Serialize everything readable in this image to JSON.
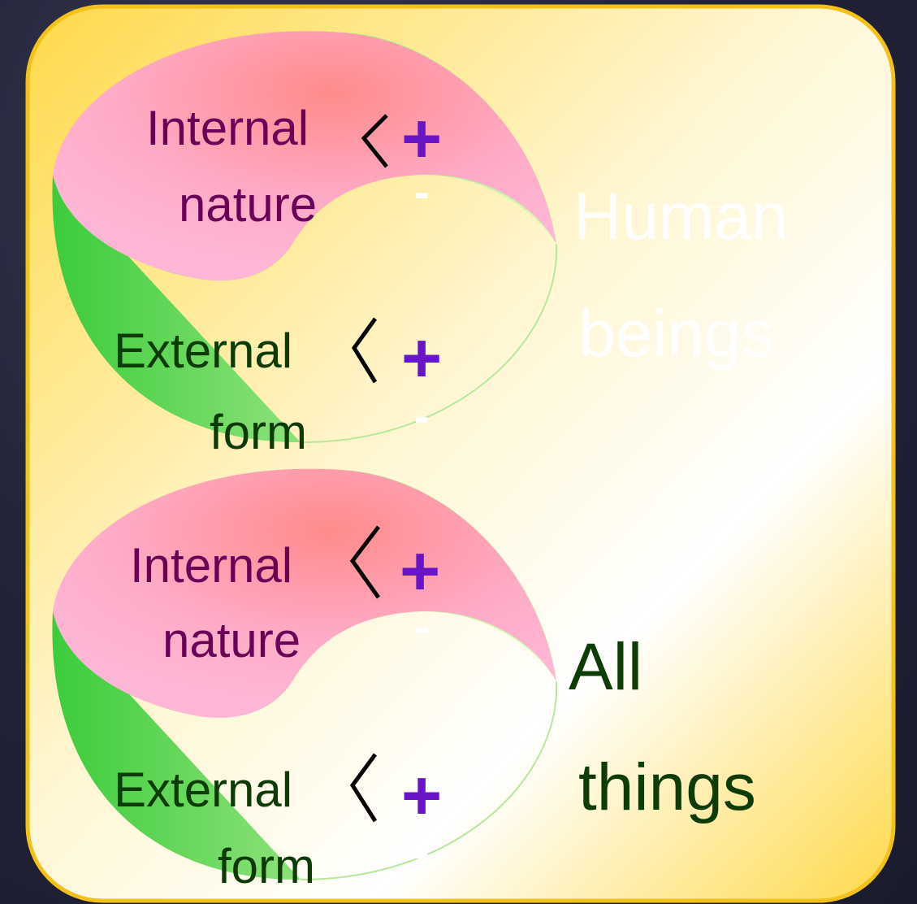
{
  "colors": {
    "panel_border": "#f3c21a",
    "panel_gold": "#ffd94a",
    "panel_cream": "#fff6d2",
    "yin_pink": "#ffb1cf",
    "yin_red": "#ff8b8b",
    "yang_green_dark": "#3ccc3c",
    "yang_green_light": "#d8ffb4",
    "internal_text": "#6b0057",
    "external_text": "#0c3b06",
    "sign_purple": "#6a14c8",
    "human_text": "#ffffff",
    "all_text": "#0e3c06"
  },
  "top_diagram": {
    "internal_line1": "Internal",
    "internal_line2": "nature",
    "plus_internal": "+",
    "minus_internal": "-",
    "external_line1": "External",
    "external_line2": "form",
    "plus_external": "+",
    "minus_external": "-",
    "caption_line1": "Human",
    "caption_line2": "beings"
  },
  "bottom_diagram": {
    "internal_line1": "Internal",
    "internal_line2": "nature",
    "plus_internal": "+",
    "minus_internal": "-",
    "external_line1": "External",
    "external_line2": "form",
    "plus_external": "+",
    "minus_external": "-",
    "caption_line1": "All",
    "caption_line2": "things"
  }
}
